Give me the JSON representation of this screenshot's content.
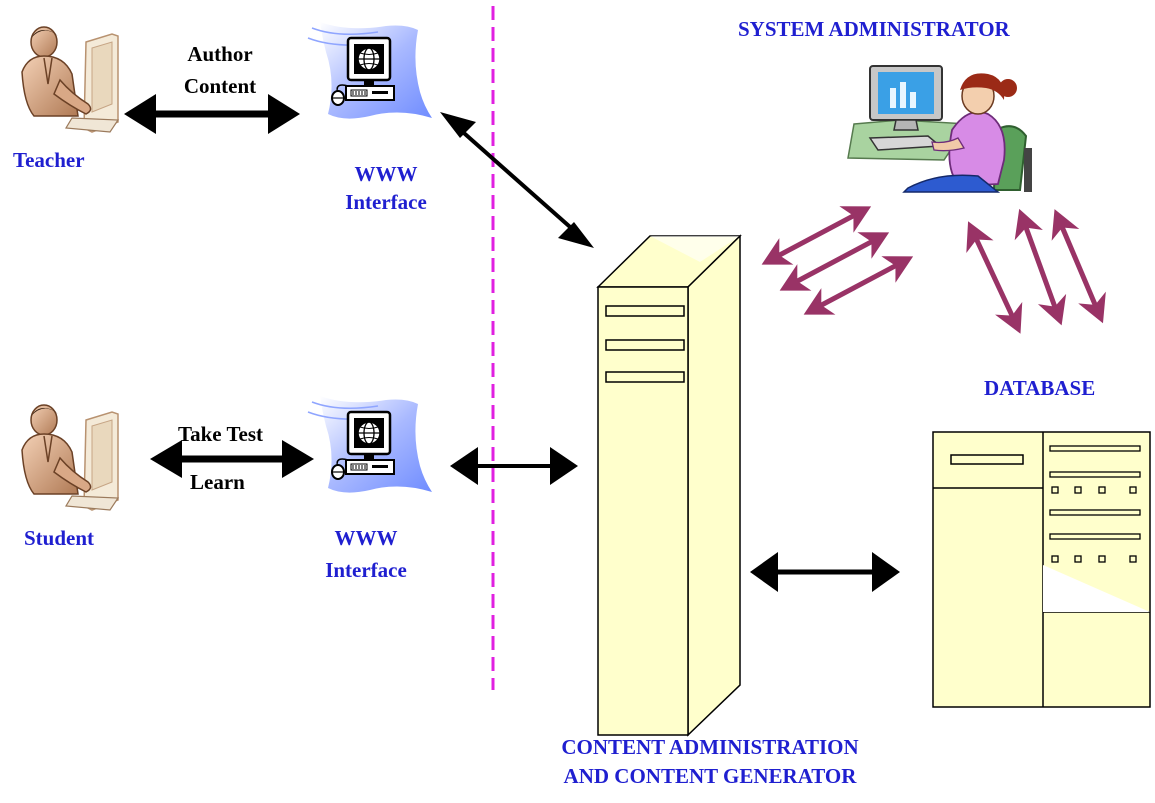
{
  "labels": {
    "system_administrator": "SYSTEM ADMINISTRATOR",
    "teacher": "Teacher",
    "author_line1": "Author",
    "author_line2": "Content",
    "www_top_line1": "WWW",
    "www_top_line2": "Interface",
    "student": "Student",
    "take_test": "Take Test",
    "learn": "Learn",
    "www_bottom_line1": "WWW",
    "www_bottom_line2": "Interface",
    "database": "DATABASE",
    "content_admin_line1": "CONTENT ADMINISTRATION",
    "content_admin_line2": "AND CONTENT GENERATOR"
  },
  "colors": {
    "label_blue": "#1f1fd0",
    "server_fill": "#ffffcc",
    "divider": "#e020e0",
    "maroon_arrow": "#993366",
    "black_arrow": "#000000",
    "screen_wave": "#7f9fff"
  },
  "icons": {
    "person": "person-at-computer-icon",
    "www": "globe-computer-icon",
    "admin": "woman-at-computer-icon",
    "server": "tower-server-icon",
    "database": "database-cabinet-icon"
  }
}
